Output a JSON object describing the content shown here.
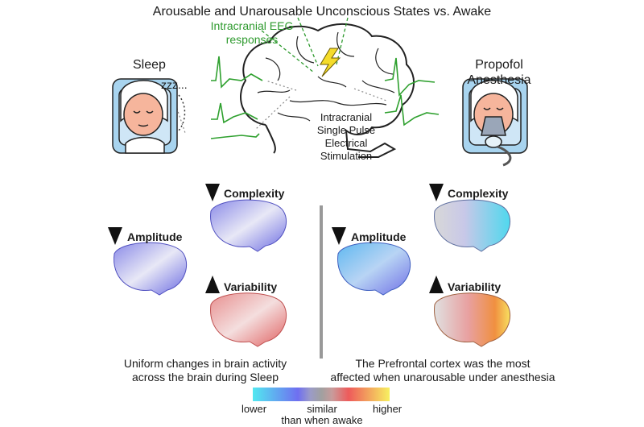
{
  "title": "Arousable and Unarousable Unconscious States vs. Awake",
  "top": {
    "eeg_label_line1": "Intracranial EEG",
    "eeg_label_line2": "responses",
    "sleep_label": "Sleep",
    "zzz": "zzz...",
    "propofol_line1": "Propofol",
    "propofol_line2": "Anesthesia",
    "stim_line1": "Intracranial",
    "stim_line2": "Single Pulse",
    "stim_line3": "Electrical",
    "stim_line4": "Stimulation"
  },
  "left_panel": {
    "complexity": "Complexity",
    "amplitude": "Amplitude",
    "variability": "Variability",
    "caption_line1": "Uniform changes in brain activity",
    "caption_line2": "across the brain during Sleep"
  },
  "right_panel": {
    "complexity": "Complexity",
    "amplitude": "Amplitude",
    "variability": "Variability",
    "caption_line1": "The Prefrontal cortex was the most",
    "caption_line2": "affected when unarousable under anesthesia"
  },
  "legend": {
    "lower": "lower",
    "similar": "similar",
    "higher": "higher",
    "subtitle": "than when awake",
    "colors": [
      "#52e8f0",
      "#6f6ff0",
      "#a0a0a0",
      "#ee5b5b",
      "#f7f060"
    ]
  }
}
